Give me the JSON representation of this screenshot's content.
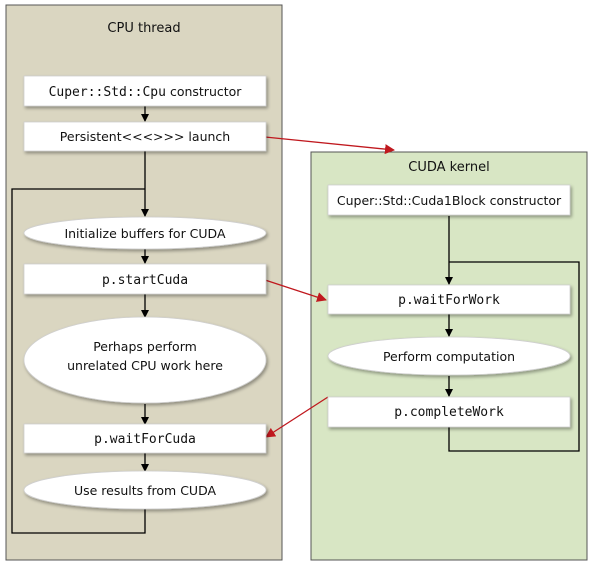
{
  "cpu_panel": {
    "title": "CPU thread",
    "steps": {
      "constructor": {
        "code": "Cuper::Std::Cpu",
        "text": " constructor"
      },
      "launch": "Persistent<<<>>> launch",
      "init_buffers": "Initialize buffers for CUDA",
      "start_cuda": "p.startCuda",
      "cpu_work_line1": "Perhaps perform",
      "cpu_work_line2": "unrelated CPU work here",
      "wait_cuda": "p.waitForCuda",
      "use_results": "Use results from CUDA"
    }
  },
  "cuda_panel": {
    "title": "CUDA kernel",
    "steps": {
      "constructor": "Cuper::Std::Cuda1Block constructor",
      "wait_work": "p.waitForWork",
      "compute": "Perform computation",
      "complete": "p.completeWork"
    }
  },
  "colors": {
    "cpu_bg": "#dad6c1",
    "cuda_bg": "#d8e6c4",
    "arrow_red": "#c0181e",
    "arrow_black": "#000000"
  }
}
